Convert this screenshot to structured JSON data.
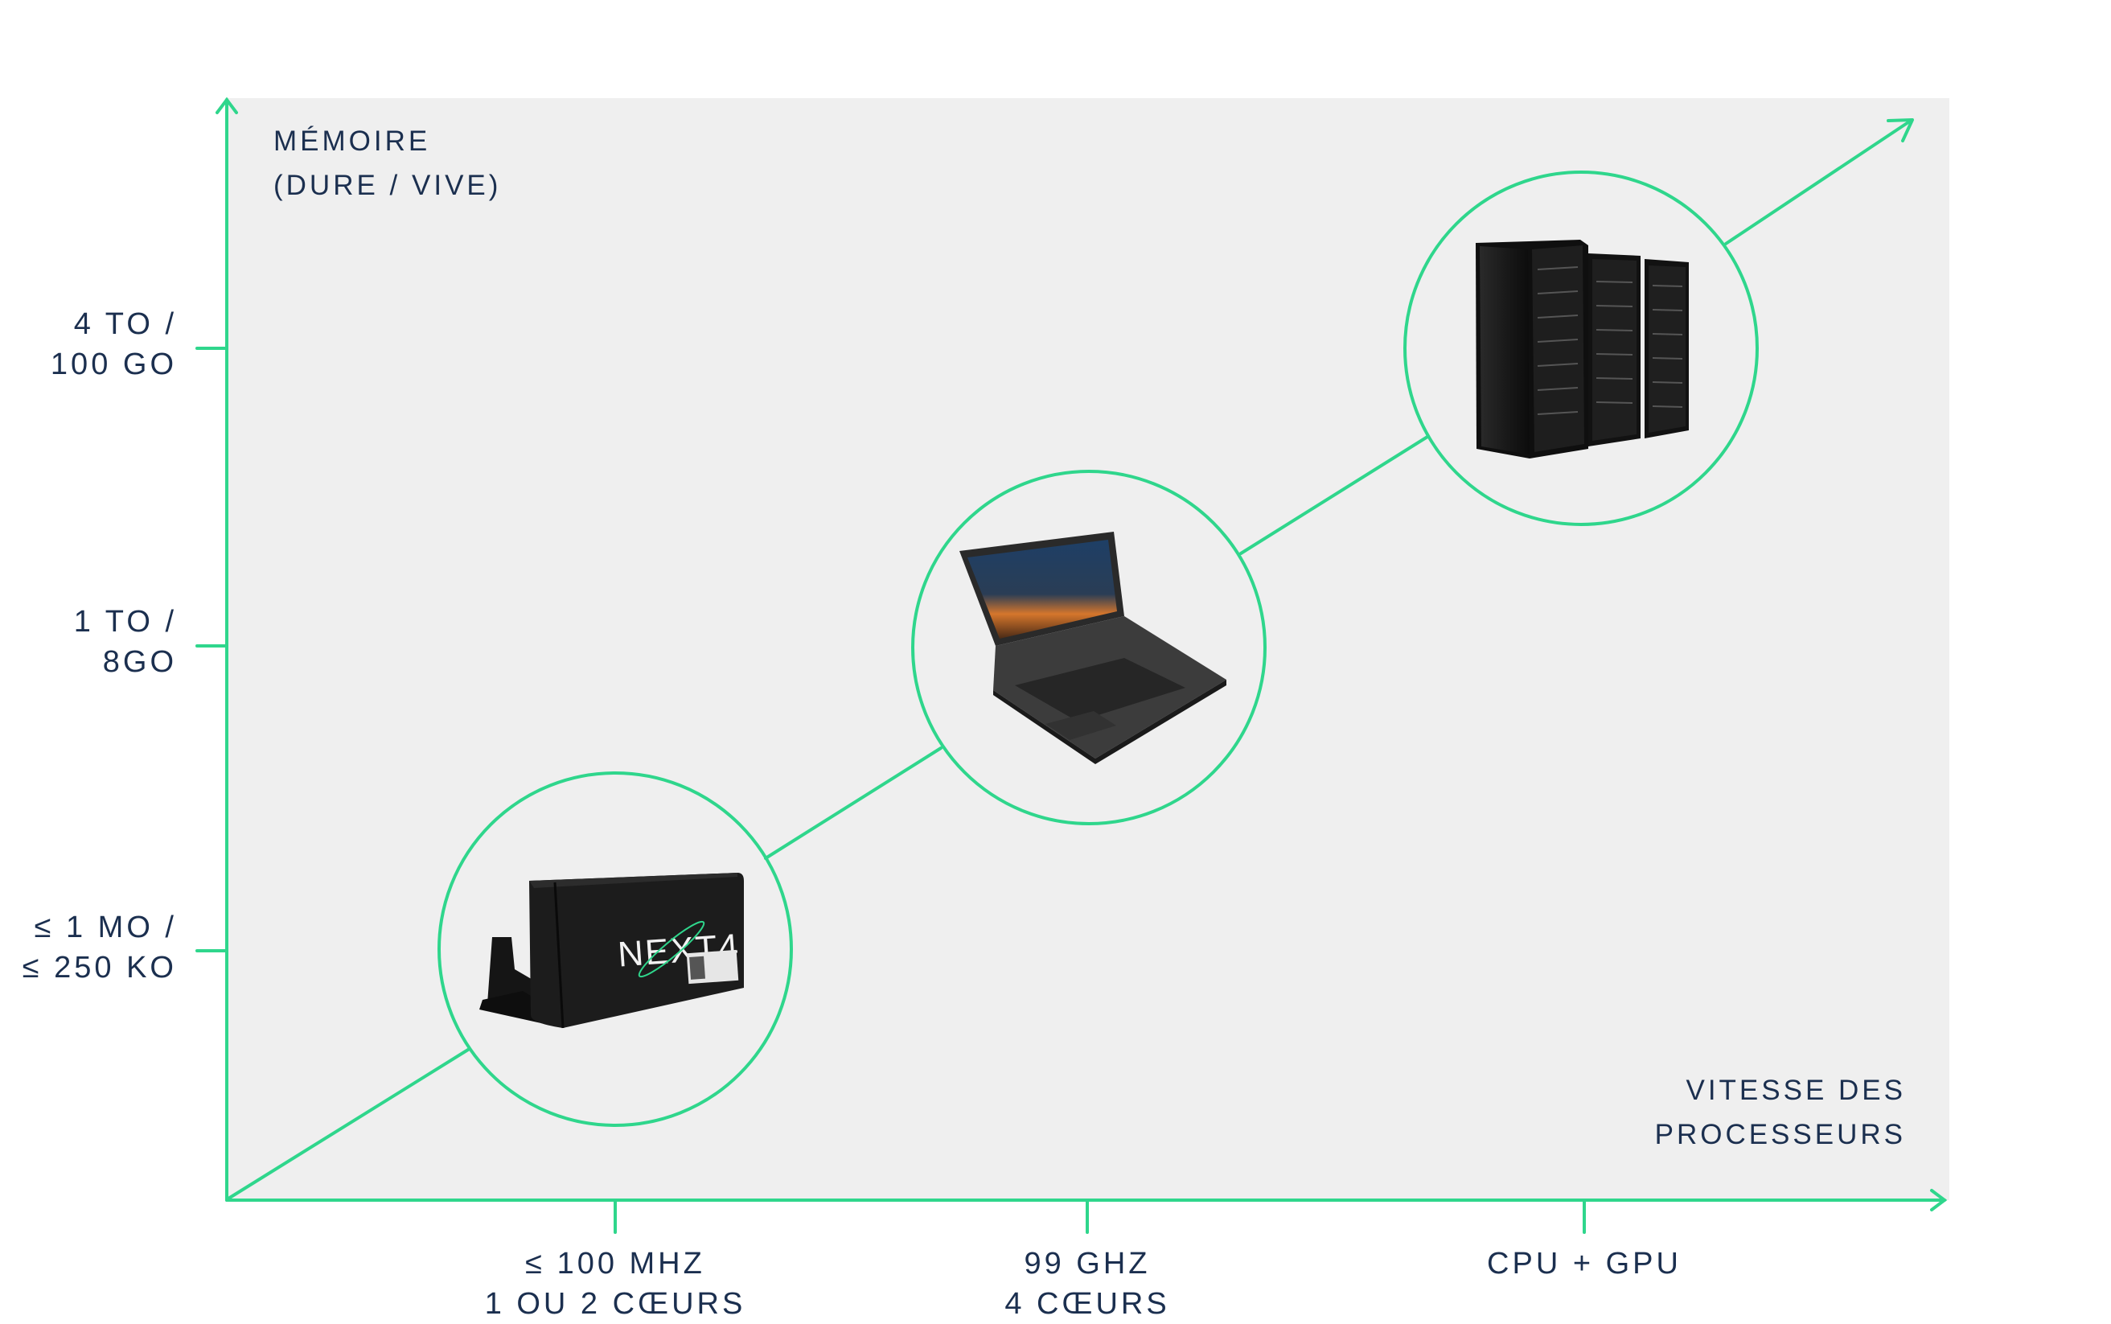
{
  "axes": {
    "y_title": {
      "line1": "MÉMOIRE",
      "line2": "(DURE / VIVE)"
    },
    "x_title": {
      "line1": "VITESSE DES",
      "line2": "PROCESSEURS"
    },
    "y_ticks": [
      {
        "line1": "≤ 1 MO /",
        "line2": "≤ 250 KO"
      },
      {
        "line1": "1 TO /",
        "line2": "8GO"
      },
      {
        "line1": "4 TO /",
        "line2": "100 GO"
      }
    ],
    "x_ticks": [
      {
        "line1": "≤ 100 MHZ",
        "line2": "1 OU 2 CŒURS"
      },
      {
        "line1": "99 GHZ",
        "line2": "4 CŒURS"
      },
      {
        "line1": "CPU + GPU",
        "line2": ""
      }
    ]
  },
  "devices": {
    "small": {
      "brand_text": "NEXT4"
    },
    "medium": {},
    "large": {}
  },
  "colors": {
    "accent": "#2fd68c",
    "plot_background": "#efefef",
    "text": "#1b2f4f",
    "device_body": "#1a1a1a"
  }
}
